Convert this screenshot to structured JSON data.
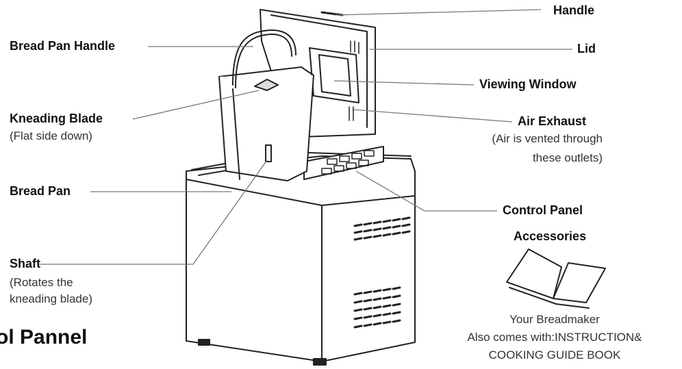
{
  "labels": {
    "handle": "Handle",
    "lid": "Lid",
    "viewing_window": "Viewing Window",
    "air_exhaust": "Air Exhaust",
    "air_exhaust_note_1": "(Air is vented through",
    "air_exhaust_note_2": "these outlets)",
    "control_panel": "Control Panel",
    "accessories": "Accessories",
    "bread_pan_handle": "Bread Pan Handle",
    "kneading_blade": "Kneading Blade",
    "kneading_blade_note": "(Flat side down)",
    "bread_pan": "Bread Pan",
    "shaft": "Shaft",
    "shaft_note_1": "(Rotates the",
    "shaft_note_2": "kneading blade)"
  },
  "accessory_caption": {
    "line1": "Your Breadmaker",
    "line2": "Also comes with:INSTRUCTION&",
    "line3": "COOKING GUIDE BOOK"
  },
  "section_heading": "ol Pannel"
}
